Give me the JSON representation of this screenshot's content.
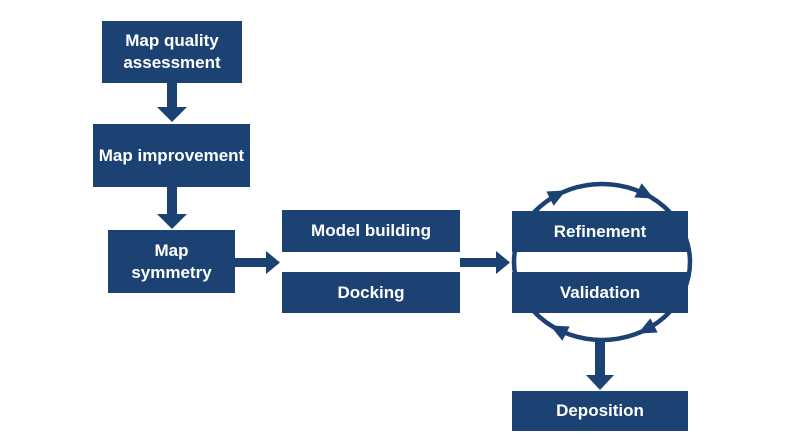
{
  "colors": {
    "shape_fill": "#1B4273",
    "label_text": "#FFFFFF",
    "background": "#FFFFFF"
  },
  "nodes": {
    "map_quality_assessment": "Map quality assessment",
    "map_improvement": "Map improvement",
    "map_symmetry": "Map symmetry",
    "model_building": "Model building",
    "docking": "Docking",
    "refinement": "Refinement",
    "validation": "Validation",
    "deposition": "Deposition"
  },
  "edges": [
    {
      "from": "map_quality_assessment",
      "to": "map_improvement",
      "direction": "down"
    },
    {
      "from": "map_improvement",
      "to": "map_symmetry",
      "direction": "down"
    },
    {
      "from": "map_symmetry",
      "to": "model_building_docking",
      "direction": "right"
    },
    {
      "from": "model_building_docking",
      "to": "refinement_validation",
      "direction": "right"
    },
    {
      "from": "refinement_validation",
      "to": "deposition",
      "direction": "down"
    },
    {
      "type": "cycle",
      "between": [
        "refinement",
        "validation"
      ],
      "rotation": "clockwise"
    }
  ]
}
